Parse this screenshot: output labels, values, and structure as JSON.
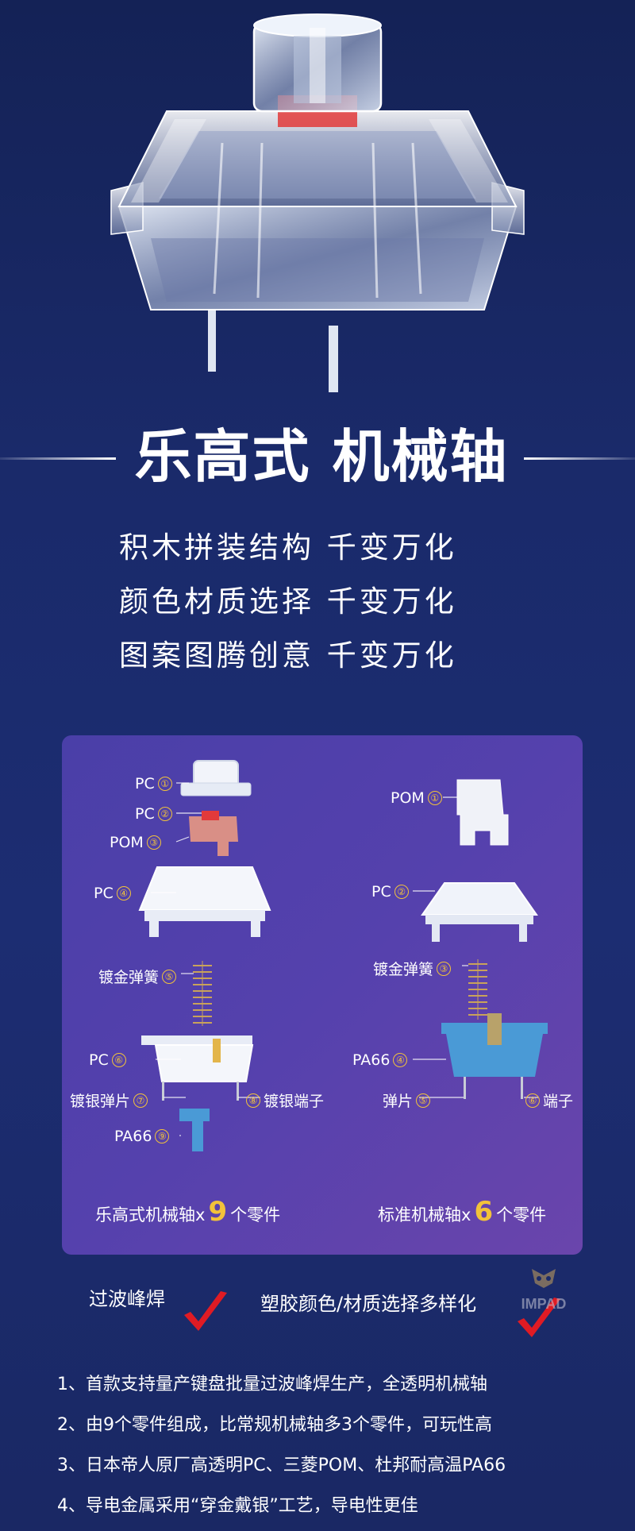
{
  "title": "乐高式 机械轴",
  "slogans": [
    "积木拼装结构  千变万化",
    "颜色材质选择  千变万化",
    "图案图腾创意  千变万化"
  ],
  "left_parts": [
    {
      "label": "PC",
      "num": "①"
    },
    {
      "label": "PC",
      "num": "②"
    },
    {
      "label": "POM",
      "num": "③"
    },
    {
      "label": "PC",
      "num": "④"
    },
    {
      "label": "镀金弹簧",
      "num": "⑤"
    },
    {
      "label": "PC",
      "num": "⑥"
    },
    {
      "label": "镀银弹片",
      "num": "⑦"
    },
    {
      "label": "镀银端子",
      "num": "⑧"
    },
    {
      "label": "PA66",
      "num": "⑨"
    }
  ],
  "right_parts": [
    {
      "label": "POM",
      "num": "①"
    },
    {
      "label": "PC",
      "num": "②"
    },
    {
      "label": "镀金弹簧",
      "num": "③"
    },
    {
      "label": "PA66",
      "num": "④"
    },
    {
      "label": "弹片",
      "num": "⑤"
    },
    {
      "label": "端子",
      "num": "⑥"
    }
  ],
  "left_caption": {
    "prefix": "乐高式机械轴x",
    "count": "9",
    "suffix": "个零件"
  },
  "right_caption": {
    "prefix": "标准机械轴x",
    "count": "6",
    "suffix": "个零件"
  },
  "features": [
    "过波峰焊",
    "塑胶颜色/材质选择多样化"
  ],
  "watermark": "IMPAD",
  "notes": [
    "1、首款支持量产键盘批量过波峰焊生产，全透明机械轴",
    "2、由9个零件组成，比常规机械轴多3个零件，可玩性高",
    "3、日本帝人原厂高透明PC、三菱POM、杜邦耐高温PA66",
    "4、导电金属采用“穿金戴银”工艺，导电性更佳"
  ],
  "colors": {
    "background": "#1a2a6a",
    "accent_gold": "#f2c23a",
    "check_red": "#e01b24",
    "stem_red": "#e23a3a",
    "pom_pink": "#d98f86",
    "pa66_blue": "#4a9ad6"
  }
}
